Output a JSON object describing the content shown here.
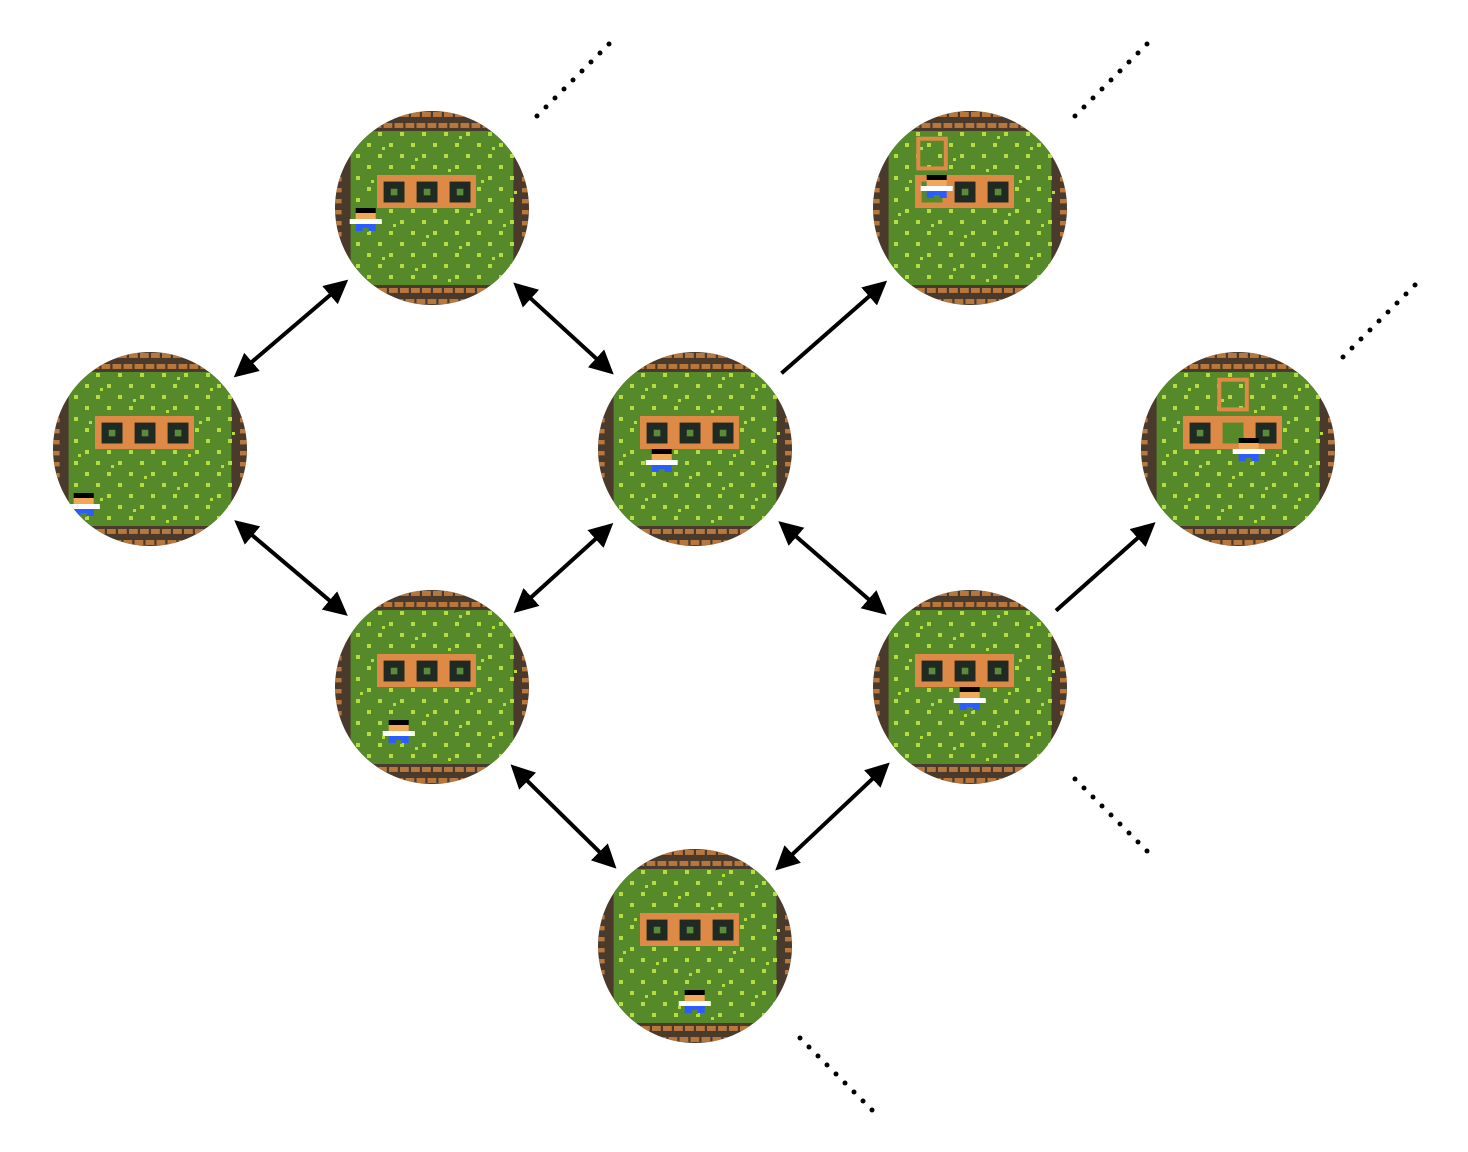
{
  "colors": {
    "background": "#ffffff",
    "grass": "#55892a",
    "grass_dot": "#b5dd42",
    "wall_dark": "#4a3a2c",
    "wall_brick": "#b8773d",
    "block": "#dc8a46",
    "block_cell": "#1e2a22",
    "block_cell_dot": "#5b8a3a",
    "skin": "#f2a85a",
    "hair": "#000000",
    "shirt": "#ffffff",
    "pants": "#2a5cff",
    "arrow": "#000000"
  },
  "states": [
    {
      "id": "top-left",
      "scene": {
        "blocks": [
          "cell",
          "cell",
          "cell"
        ],
        "agent": "bottom-left",
        "template": "none"
      }
    },
    {
      "id": "far-left",
      "scene": {
        "blocks": [
          "cell",
          "cell",
          "cell"
        ],
        "agent": "bottom-left-corner",
        "template": "none"
      }
    },
    {
      "id": "center",
      "scene": {
        "blocks": [
          "cell",
          "cell",
          "cell"
        ],
        "agent": "below-first",
        "template": "none"
      }
    },
    {
      "id": "top-right",
      "scene": {
        "blocks": [
          "empty",
          "cell",
          "cell"
        ],
        "agent": "under-lifted",
        "template": "lifted-left"
      }
    },
    {
      "id": "far-right",
      "scene": {
        "blocks": [
          "cell",
          "empty",
          "cell"
        ],
        "agent": "under-lifted-mid",
        "template": "lifted-mid"
      }
    },
    {
      "id": "lower-left",
      "scene": {
        "blocks": [
          "cell",
          "cell",
          "cell"
        ],
        "agent": "below-first-low",
        "template": "none"
      }
    },
    {
      "id": "lower-right",
      "scene": {
        "blocks": [
          "cell",
          "cell",
          "cell"
        ],
        "agent": "below-middle",
        "template": "none"
      }
    },
    {
      "id": "bottom",
      "scene": {
        "blocks": [
          "cell",
          "cell",
          "cell"
        ],
        "agent": "bottom-center",
        "template": "none"
      }
    }
  ],
  "transitions": [
    {
      "from": "top-left",
      "to": "far-left",
      "type": "bidirectional"
    },
    {
      "from": "top-left",
      "to": "center",
      "type": "bidirectional"
    },
    {
      "from": "far-left",
      "to": "lower-left",
      "type": "bidirectional"
    },
    {
      "from": "center",
      "to": "lower-left",
      "type": "bidirectional"
    },
    {
      "from": "center",
      "to": "top-right",
      "type": "directed"
    },
    {
      "from": "center",
      "to": "lower-right",
      "type": "bidirectional"
    },
    {
      "from": "lower-right",
      "to": "far-right",
      "type": "directed"
    },
    {
      "from": "lower-left",
      "to": "bottom",
      "type": "bidirectional"
    },
    {
      "from": "bottom",
      "to": "lower-right",
      "type": "bidirectional"
    }
  ],
  "continuations": [
    "top-left",
    "top-right",
    "far-right",
    "lower-right",
    "bottom"
  ]
}
